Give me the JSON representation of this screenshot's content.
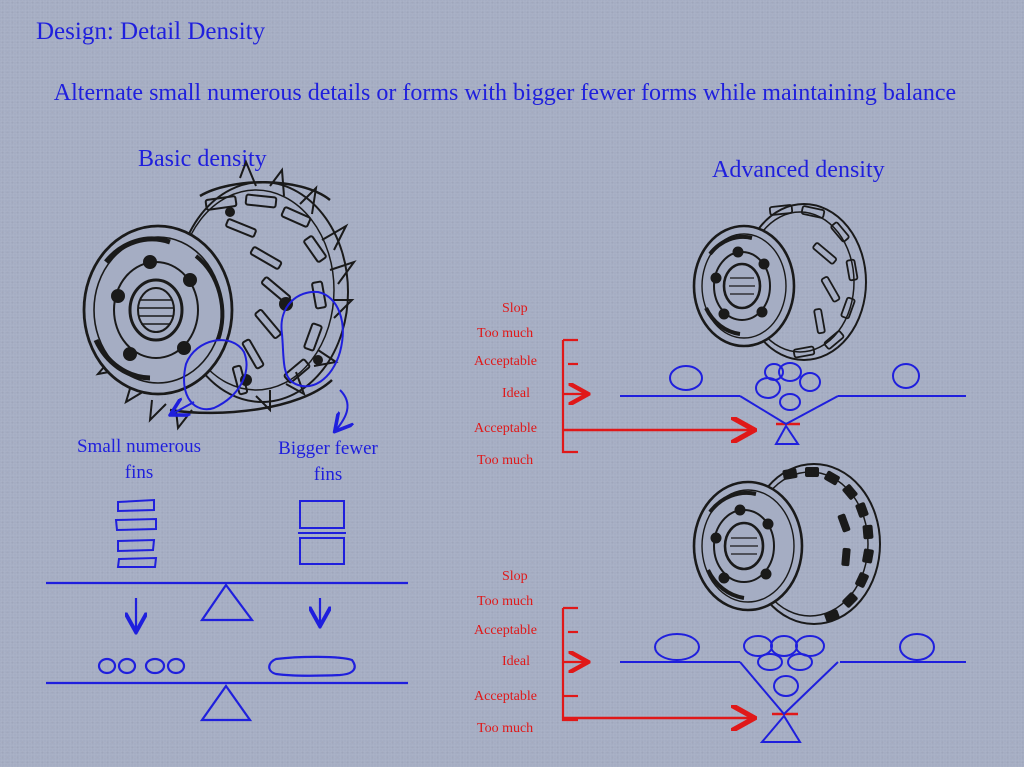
{
  "slide": {
    "title": "Design: Detail Density",
    "subtitle": "Alternate small numerous details or forms with bigger fewer forms while maintaining balance",
    "basic_heading": "Basic density",
    "advanced_heading": "Advanced density"
  },
  "basic": {
    "small_label": "Small numerous fins",
    "big_label": "Bigger fewer fins"
  },
  "scale_top": {
    "levels": [
      "Slop",
      "Too much",
      "Acceptable",
      "Ideal",
      "Acceptable",
      "Too much"
    ]
  },
  "scale_bottom": {
    "levels": [
      "Slop",
      "Too much",
      "Acceptable",
      "Ideal",
      "Acceptable",
      "Too much"
    ]
  },
  "colors": {
    "ink_blue": "#1f1fdd",
    "ink_red": "#e01818",
    "sketch": "#1a1a1a",
    "background": "#a5adc3"
  }
}
